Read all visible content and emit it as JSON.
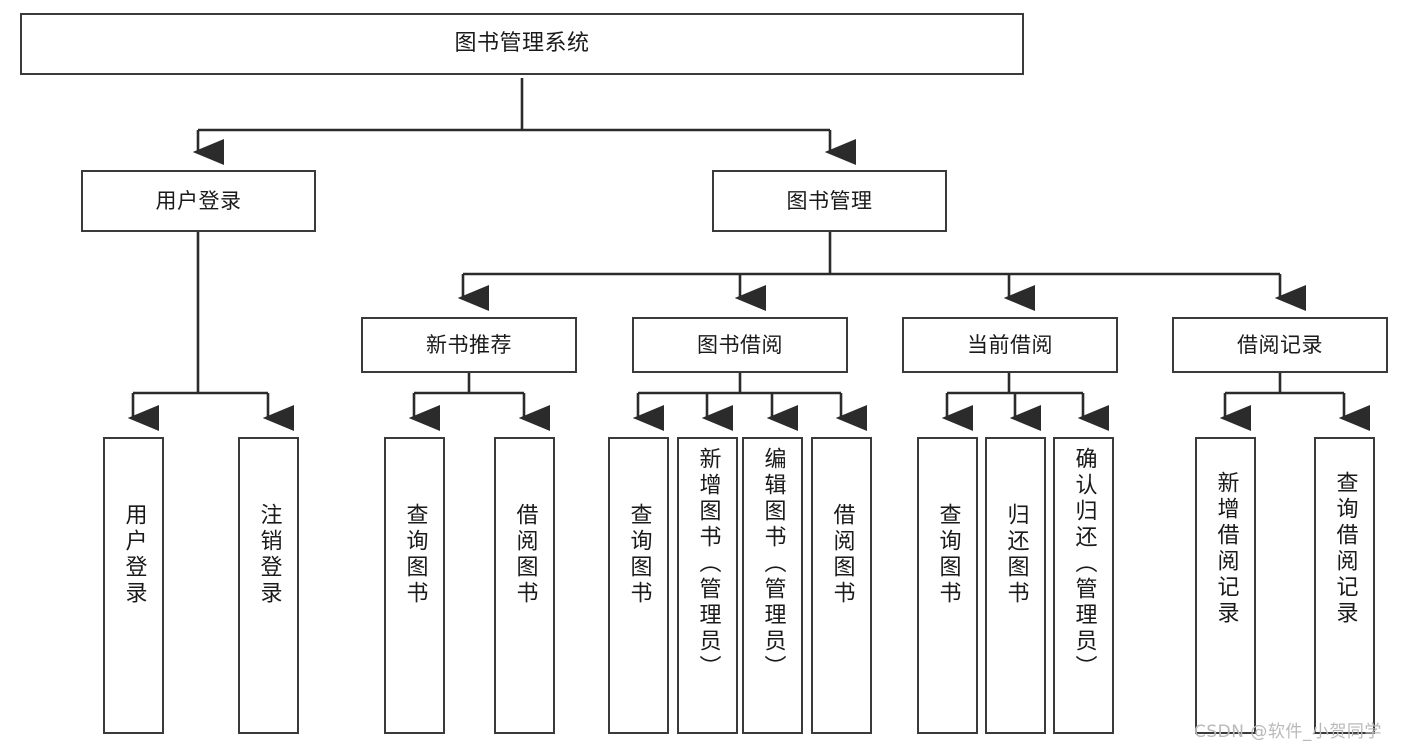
{
  "diagram": {
    "title": "图书管理系统",
    "type": "hierarchy-tree",
    "orientation": "top-down",
    "box_fill": "#ffffff",
    "box_stroke": "#3a3a3a",
    "text_color": "#1a1a1a",
    "connector_color": "#2b2b2b"
  },
  "nodes": {
    "root": {
      "label": "图书管理系统",
      "level": 1
    },
    "l2": [
      {
        "id": "user-login",
        "label": "用户登录",
        "level": 2
      },
      {
        "id": "book-manage",
        "label": "图书管理",
        "level": 2
      }
    ],
    "l3": [
      {
        "id": "new-book-recommend",
        "label": "新书推荐",
        "level": 3,
        "parent": "book-manage"
      },
      {
        "id": "book-borrow",
        "label": "图书借阅",
        "level": 3,
        "parent": "book-manage"
      },
      {
        "id": "current-borrow",
        "label": "当前借阅",
        "level": 3,
        "parent": "book-manage"
      },
      {
        "id": "borrow-record",
        "label": "借阅记录",
        "level": 3,
        "parent": "book-manage"
      }
    ],
    "leaves": [
      {
        "id": "leaf-user-login",
        "label": "用户登录",
        "parent": "user-login"
      },
      {
        "id": "leaf-logout-login",
        "label": "注销登录",
        "parent": "user-login"
      },
      {
        "id": "leaf-query-book-1",
        "label": "查询图书",
        "parent": "new-book-recommend"
      },
      {
        "id": "leaf-borrow-book-1",
        "label": "借阅图书",
        "parent": "new-book-recommend"
      },
      {
        "id": "leaf-query-book-2",
        "label": "查询图书",
        "parent": "book-borrow"
      },
      {
        "id": "leaf-add-book",
        "label": "新增图书（管理员）",
        "parent": "book-borrow"
      },
      {
        "id": "leaf-edit-book",
        "label": "编辑图书（管理员）",
        "parent": "book-borrow"
      },
      {
        "id": "leaf-borrow-book-2",
        "label": "借阅图书",
        "parent": "book-borrow"
      },
      {
        "id": "leaf-query-book-3",
        "label": "查询图书",
        "parent": "current-borrow"
      },
      {
        "id": "leaf-return-book",
        "label": "归还图书",
        "parent": "current-borrow"
      },
      {
        "id": "leaf-confirm-return",
        "label": "确认归还（管理员）",
        "parent": "current-borrow"
      },
      {
        "id": "leaf-add-record",
        "label": "新增借阅记录",
        "parent": "borrow-record"
      },
      {
        "id": "leaf-query-record",
        "label": "查询借阅记录",
        "parent": "borrow-record"
      }
    ]
  },
  "watermark": {
    "text": "CSDN @软件_小贺同学"
  }
}
